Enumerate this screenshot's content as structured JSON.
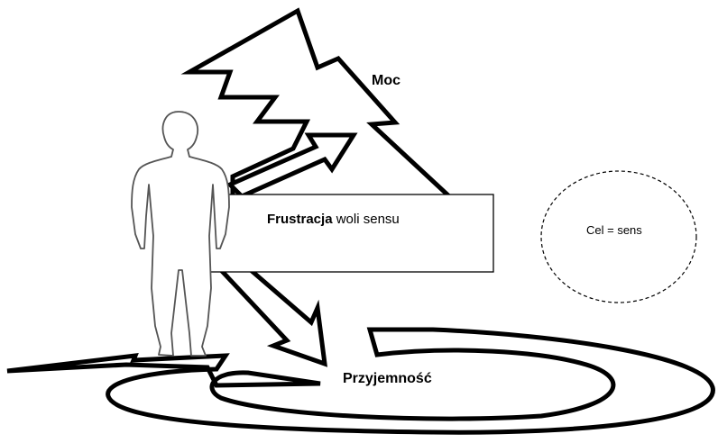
{
  "labels": {
    "power": "Moc",
    "frustration_bold": "Frustracja",
    "frustration_rest": " woli sensu",
    "goal": "Cel = sens",
    "pleasure": "Przyjemność"
  },
  "colors": {
    "stroke": "#000000",
    "fill": "#ffffff",
    "figure_stroke": "#555555"
  },
  "icons": {
    "figure": "human-silhouette-icon"
  }
}
